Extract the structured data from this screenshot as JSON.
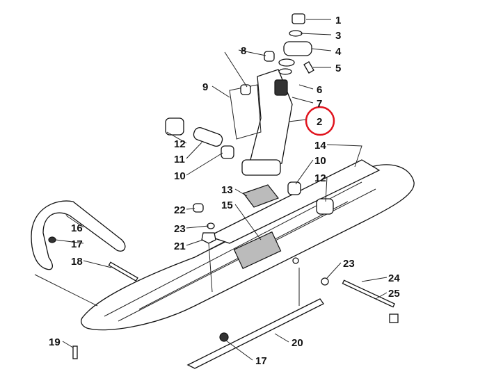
{
  "diagram": {
    "highlight_color": "#e0141e",
    "highlighted_callout": "2",
    "callouts": [
      "1",
      "3",
      "4",
      "5",
      "8",
      "9",
      "6",
      "7",
      "2",
      "14",
      "12",
      "11",
      "10",
      "10",
      "12",
      "13",
      "15",
      "22",
      "23",
      "21",
      "16",
      "17",
      "18",
      "23",
      "24",
      "25",
      "20",
      "19",
      "17"
    ]
  }
}
